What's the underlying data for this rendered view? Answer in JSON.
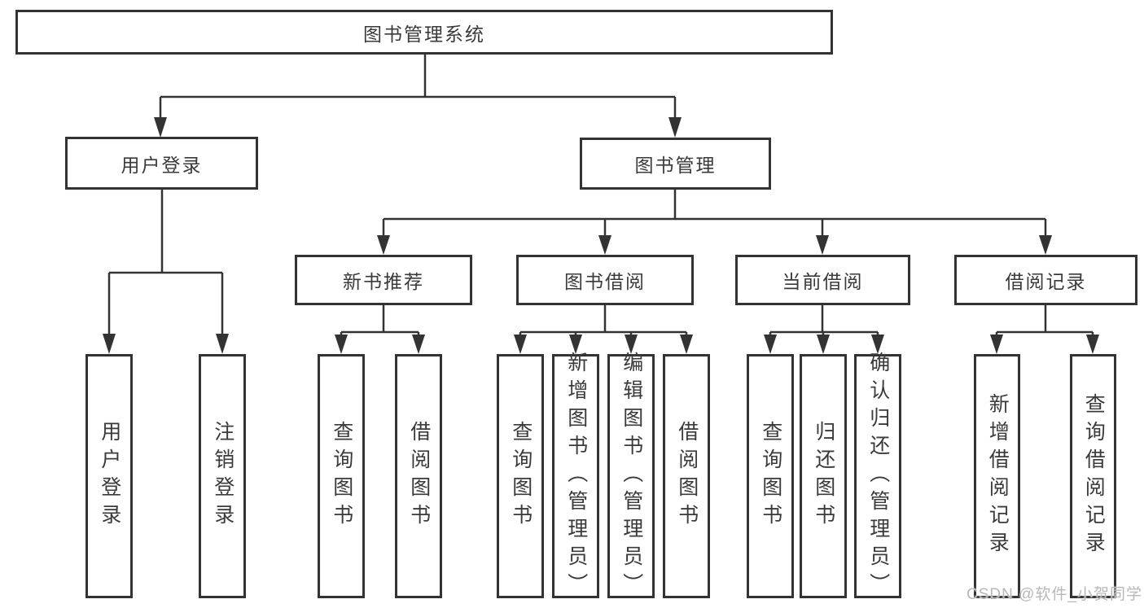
{
  "colors": {
    "line": "#333333",
    "box_border": "#333333",
    "box_fill": "#ffffff",
    "text": "#3a3a3a",
    "watermark_text": "#b8b8b8",
    "background": "#ffffff"
  },
  "watermark": {
    "label": "CSDN @软件_小贺同学"
  },
  "tree": {
    "root": {
      "label": "图书管理系统"
    },
    "user_login": {
      "label": "用户登录",
      "leaves": [
        "用户登录",
        "注销登录"
      ]
    },
    "book_management": {
      "label": "图书管理",
      "sections": [
        {
          "label": "新书推荐",
          "leaves": [
            "查询图书",
            "借阅图书"
          ]
        },
        {
          "label": "图书借阅",
          "leaves": [
            "查询图书",
            "新增图书（管理员）",
            "编辑图书（管理员）",
            "借阅图书"
          ]
        },
        {
          "label": "当前借阅",
          "leaves": [
            "查询图书",
            "归还图书",
            "确认归还（管理员）"
          ]
        },
        {
          "label": "借阅记录",
          "leaves": [
            "新增借阅记录",
            "查询借阅记录"
          ]
        }
      ]
    }
  }
}
